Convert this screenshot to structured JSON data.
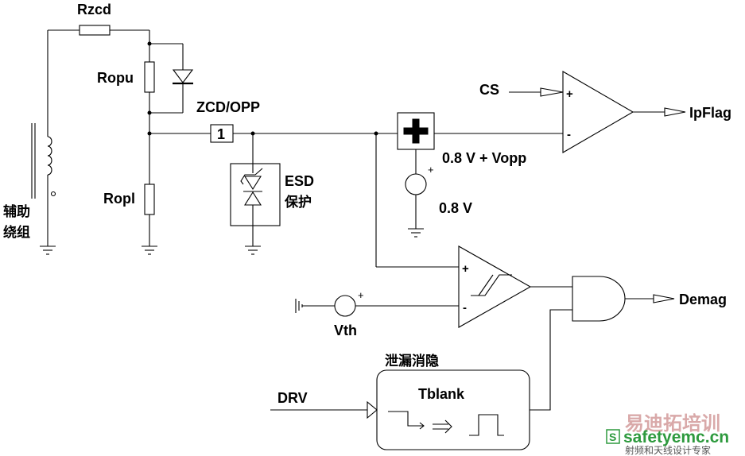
{
  "labels": {
    "rzcd": "Rzcd",
    "ropu": "Ropu",
    "ropl": "Ropl",
    "aux_winding_line1": "辅助",
    "aux_winding_line2": "绕组",
    "zcd_opp": "ZCD/OPP",
    "pin_number": "1",
    "esd_line1": "ESD",
    "esd_line2": "保护",
    "cs": "CS",
    "ipflag": "IpFlag",
    "adder_output": "0.8 V + Vopp",
    "ref_source": "0.8 V",
    "vth": "Vth",
    "demag": "Demag",
    "leb_title": "泄漏消隐",
    "tblank": "Tblank",
    "drv": "DRV",
    "plus": "+",
    "minus": "-"
  },
  "watermark": {
    "cn_title": "易迪拓培训",
    "badge": "S",
    "site": "safetyemc.cn",
    "subtitle": "射频和天线设计专家"
  },
  "colors": {
    "line": "#000000",
    "watermark_red": "#d9a9a9",
    "watermark_green": "#2e9a3e"
  }
}
